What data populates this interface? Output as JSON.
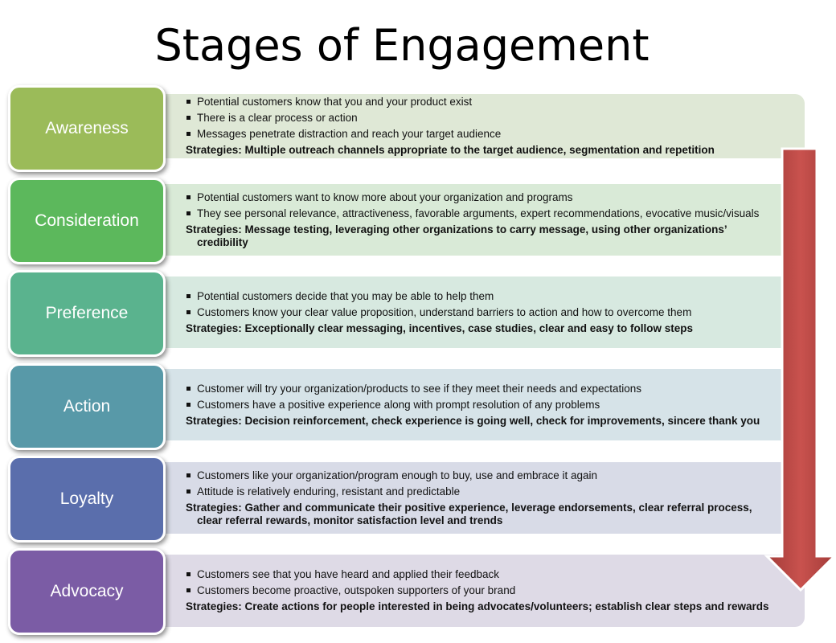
{
  "title": "Stages of Engagement",
  "stages": [
    {
      "name": "Awareness",
      "color": "#9bbb59",
      "panel_color": "#dfe8d6",
      "bullets": [
        "Potential customers know that you and your product exist",
        "There is a clear process or action",
        "Messages penetrate distraction and reach your target audience"
      ],
      "strategy": "Strategies: Multiple outreach channels appropriate to the target audience, segmentation and repetition"
    },
    {
      "name": "Consideration",
      "color": "#5cb85c",
      "panel_color": "#d9ead7",
      "bullets": [
        "Potential customers want to know more about your organization and programs",
        "They see personal relevance, attractiveness, favorable arguments, expert recommendations, evocative music/visuals"
      ],
      "strategy": "Strategies: Message testing, leveraging other organizations  to carry message, using other organizations’ credibility"
    },
    {
      "name": "Preference",
      "color": "#5ab38e",
      "panel_color": "#d7e9e0",
      "bullets": [
        "Potential customers decide that you may be able to help them",
        "Customers know your clear value proposition, understand barriers to action and how to overcome them"
      ],
      "strategy": "Strategies: Exceptionally clear messaging, incentives, case studies, clear and easy to follow steps"
    },
    {
      "name": "Action",
      "color": "#5899a8",
      "panel_color": "#d6e3e8",
      "bullets": [
        "Customer will try your organization/products to see if they meet their needs and expectations",
        "Customers have a positive experience along with prompt resolution of any problems"
      ],
      "strategy": "Strategies: Decision reinforcement, check experience is going well, check for improvements, sincere thank you"
    },
    {
      "name": "Loyalty",
      "color": "#5a6eac",
      "panel_color": "#d8dbe7",
      "bullets": [
        "Customers like your organization/program enough to buy, use and embrace it again",
        "Attitude is relatively enduring, resistant and predictable"
      ],
      "strategy": "Strategies: Gather and communicate their positive experience, leverage endorsements, clear referral process, clear referral rewards, monitor satisfaction level and trends"
    },
    {
      "name": "Advocacy",
      "color": "#7b5ca5",
      "panel_color": "#dedae6",
      "bullets": [
        "Customers see that you have heard and applied their feedback",
        "Customers become proactive, outspoken supporters of your brand"
      ],
      "strategy": "Strategies: Create actions for people interested in being advocates/volunteers; establish clear steps and rewards"
    }
  ],
  "arrow_color": "#c0504d"
}
